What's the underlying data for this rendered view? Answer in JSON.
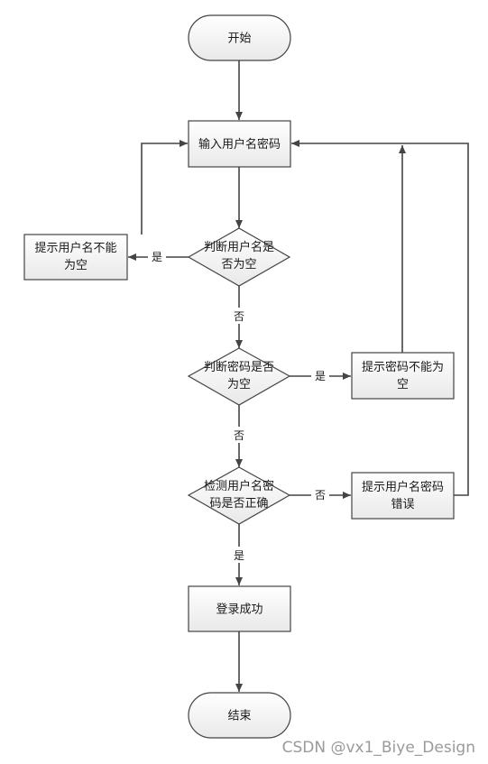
{
  "nodes": {
    "start": "开始",
    "input": "输入用户名密码",
    "check_user": [
      "判断用户名是",
      "否为空"
    ],
    "tip_user_empty": [
      "提示用户名不能",
      "为空"
    ],
    "check_pwd": [
      "判断密码是否",
      "为空"
    ],
    "tip_pwd_empty": [
      "提示密码不能为",
      "空"
    ],
    "check_valid": [
      "检测用户名密",
      "码是否正确"
    ],
    "tip_wrong": [
      "提示用户名密码",
      "错误"
    ],
    "success": "登录成功",
    "end": "结束"
  },
  "edge_labels": {
    "user_yes": "是",
    "user_no": "否",
    "pwd_yes": "是",
    "pwd_no": "否",
    "valid_no": "否",
    "valid_yes": "是"
  },
  "watermark": "CSDN @vx1_Biye_Design",
  "colors": {
    "node_fill_top": "#ffffff",
    "node_fill_bottom": "#e9e9e9",
    "stroke": "#444444",
    "watermark": "#9a9a9a"
  }
}
